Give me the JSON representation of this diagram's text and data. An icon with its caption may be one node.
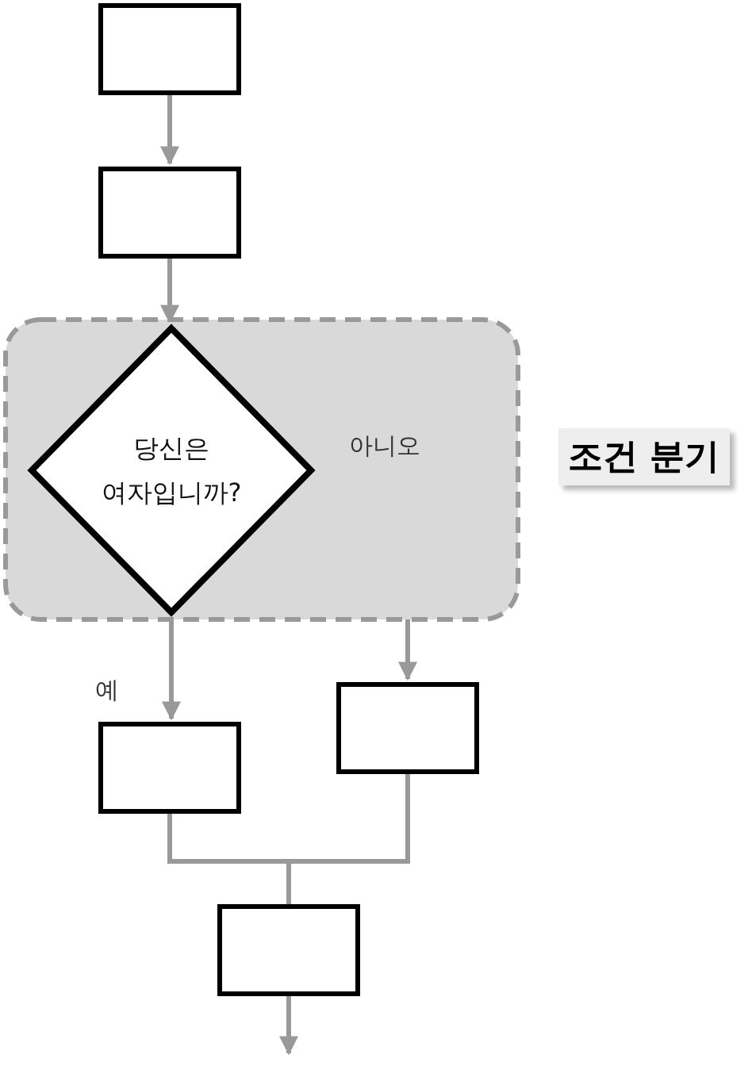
{
  "diagram": {
    "nodes": [
      {
        "text": [],
        "shape": "box"
      },
      {
        "text": [],
        "shape": "box"
      },
      {
        "text": [],
        "shape": "box",
        "beside": [
          "조건 분기"
        ]
      },
      {
        "text": [
          "당신은 여자입니까?"
        ],
        "in": 2
      },
      {
        "text": [],
        "shape": "box"
      },
      {
        "text": [],
        "shape": "box"
      },
      {
        "text": [],
        "shape": "box"
      }
    ],
    "edges": [
      {
        "from": 0,
        "to": 1,
        "arrow": "to"
      },
      {
        "from": 1,
        "to": 3,
        "arrow": "to"
      },
      {
        "from": 3,
        "to": 4,
        "arrow": "to",
        "label": "예"
      },
      {
        "from": 3,
        "to": 5,
        "arrow": "to",
        "label": "아니오"
      },
      {
        "from": 4,
        "to": 6,
        "arrow": "none"
      },
      {
        "from": 5,
        "to": 6,
        "arrow": "none"
      },
      {
        "from": 6,
        "to": null,
        "arrow": "to"
      }
    ]
  }
}
